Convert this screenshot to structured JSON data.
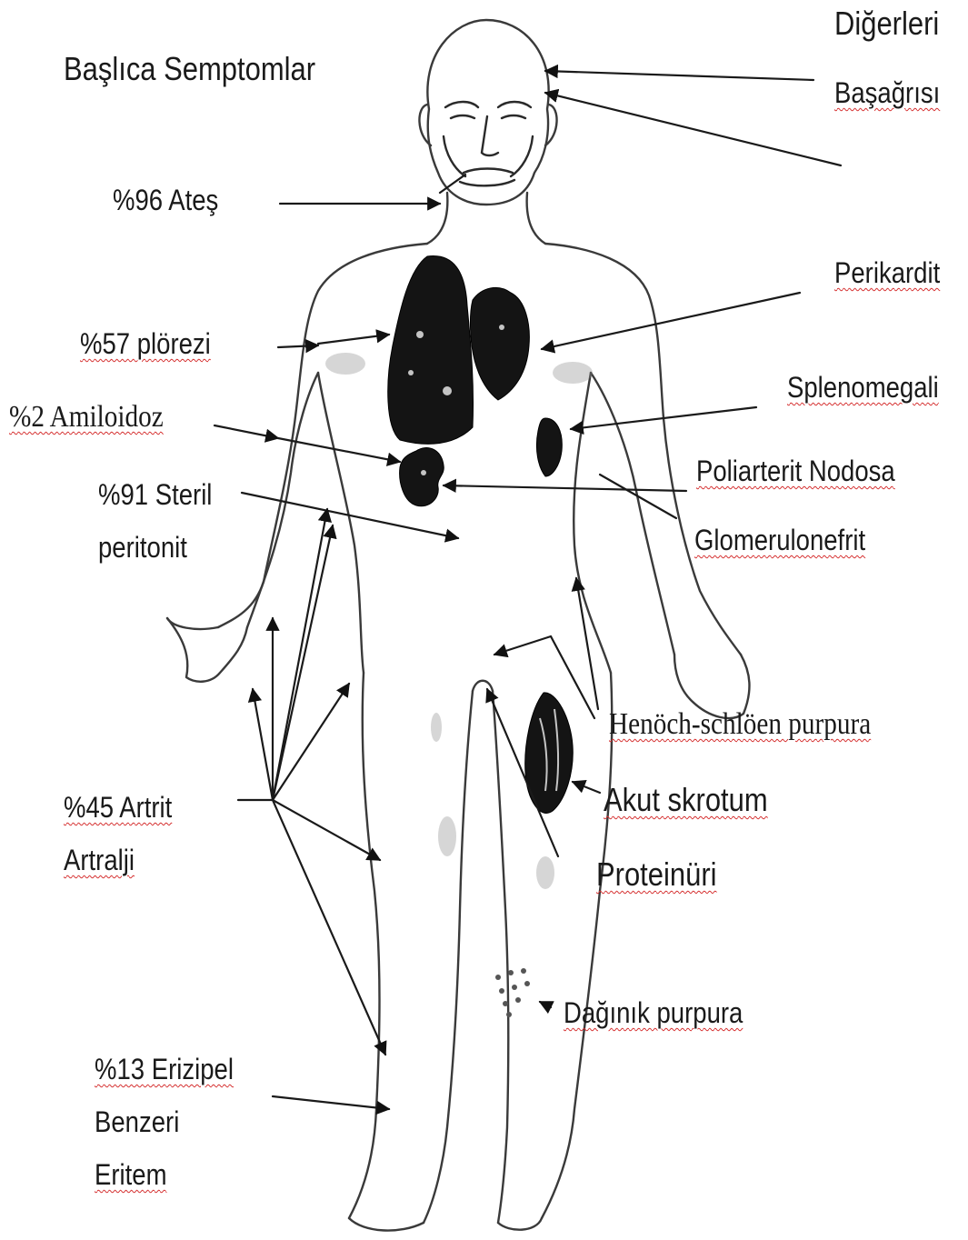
{
  "headings": {
    "main": "Başlıca Semptomlar",
    "others": "Diğerleri"
  },
  "main_labels": {
    "fever": "%96 Ateş",
    "pleurisy": "%57 plörezi",
    "amyloidosis": "%2 Amiloidoz",
    "peritonitis_1": "%91 Steril",
    "peritonitis_2": "peritonit",
    "arthritis_1": "%45 Artrit",
    "arthritis_2": "Artralji",
    "erysipelas_1": "%13 Erizipel",
    "erysipelas_2": "Benzeri",
    "erysipelas_3": "Eritem"
  },
  "other_labels": {
    "headache": "Başağrısı",
    "pericarditis": "Perikardit",
    "splenomegaly": "Splenomegali",
    "pan": "Poliarterit Nodosa",
    "glomerulonephritis": "Glomerulonefrit",
    "hsp": "Henöch-schlöen purpura",
    "scrotum": "Akut skrotum",
    "proteinuria": "Proteinüri",
    "purpura": "Dağınık purpura"
  }
}
